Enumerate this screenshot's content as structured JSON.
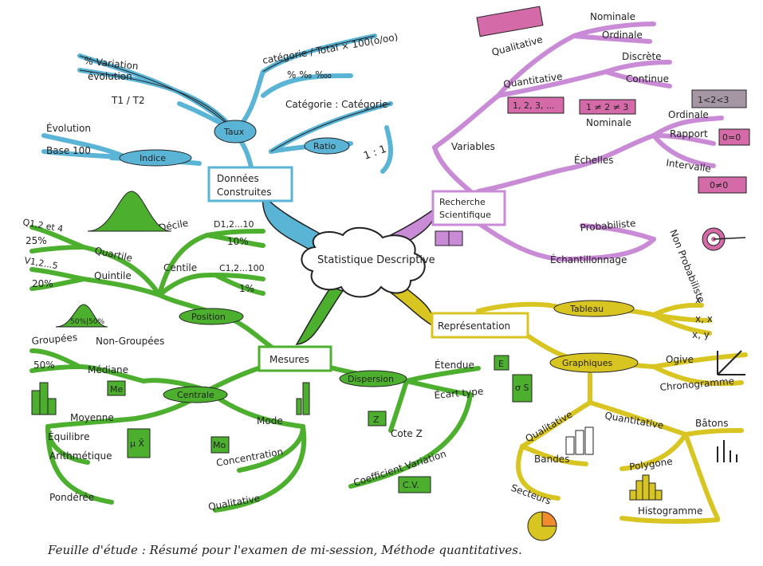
{
  "center": "Statistique Descriptive",
  "colors": {
    "blue": "#5ab4d6",
    "purple": "#c98ad6",
    "green": "#4caf2e",
    "yellow": "#d8c521",
    "ink": "#222222",
    "pink": "#d46aa8"
  },
  "donnees": {
    "title_line1": "Données",
    "title_line2": "Construites",
    "taux": "Taux",
    "variation": "% Variation",
    "evolution": "évolution",
    "t1t2": "T1 / T2",
    "categorie_total": "catégorie / Total × 100(o/oo)",
    "pct": "%  ‰  ‱",
    "indice": "Indice",
    "indice_evolution": "Évolution",
    "base100": "Base 100",
    "ratio": "Ratio",
    "cat_cat": "Catégorie : Catégorie",
    "un_un": "1 : 1"
  },
  "recherche": {
    "title_line1": "Recherche",
    "title_line2": "Scientifique",
    "variables": "Variables",
    "qualitative": "Qualitative",
    "nominale": "Nominale",
    "ordinale": "Ordinale",
    "quantitative": "Quantitative",
    "discrete": "Discrète",
    "continue": "Continue",
    "quant_box": "1, 2, 3, ...",
    "echelles": "Échelles",
    "ech_nominale": "Nominale",
    "ech_ordinale": "Ordinale",
    "rapport": "Rapport",
    "intervalle": "Intervalle",
    "box_ordre": "1 ≠ 2 ≠ 3",
    "box_ordre2": "1<2<3",
    "box_rapport": "0=0",
    "box_intervalle": "0≠0",
    "echantillonnage": "Échantillonnage",
    "probabiliste": "Probabiliste",
    "non_probabiliste": "Non Probabiliste"
  },
  "mesures": {
    "title": "Mesures",
    "position": "Position",
    "quartile": "Quartile",
    "q_labels": "Q1,2 et 4",
    "q_pct": "25%",
    "quintile": "Quintile",
    "v_labels": "V1,2...5",
    "v_pct": "20%",
    "decile": "Décile",
    "d_labels": "D1,2...10",
    "d_pct": "10%",
    "centile": "Centile",
    "c_labels": "C1,2...100",
    "c_pct": "1%",
    "pct_5050": "50%|50%",
    "centrale": "Centrale",
    "mediane": "Médiane",
    "groupees": "Groupées",
    "non_groupees": "Non-Groupées",
    "m_pct": "50%",
    "me_box": "Me",
    "moyenne": "Moyenne",
    "equilibre": "Équilibre",
    "arithmetique": "Arithmétique",
    "ponderee": "Pondérée",
    "mu_box": "μ X̄",
    "mode": "Mode",
    "concentration": "Concentration",
    "qualitative": "Qualitative",
    "mo_box": "Mo",
    "dispersion": "Dispersion",
    "etendue": "Étendue",
    "etendue_box": "E",
    "ecart_type": "Écart type",
    "ecart_box": "σ S",
    "cote_z": "Cote Z",
    "z_box": "Z",
    "cv": "Coefficient Variation",
    "cv_box": "C.V."
  },
  "representation": {
    "title": "Représentation",
    "tableau": "Tableau",
    "tab_x": "x",
    "tab_xx": "x, x",
    "tab_xy": "x, y",
    "graphiques": "Graphiques",
    "ogive": "Ogive",
    "chronogramme": "Chronogramme",
    "qualitative": "Qualitative",
    "bandes": "Bandes",
    "secteurs": "Secteurs",
    "quantitative": "Quantitative",
    "batons": "Bâtons",
    "polygone": "Polygone",
    "histogramme": "Histogramme"
  },
  "caption": "Feuille d'étude : Résumé pour l'examen de mi-session, Méthode quantitatives."
}
